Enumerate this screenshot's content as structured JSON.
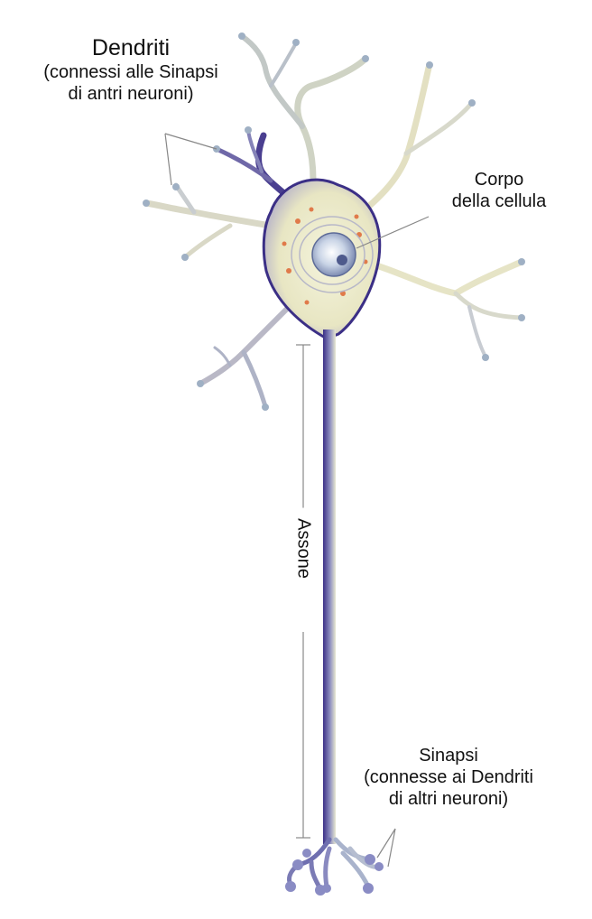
{
  "labels": {
    "dendrites_title": "Dendriti",
    "dendrites_line1": "(connessi alle Sinapsi",
    "dendrites_line2": "di antri neuroni)",
    "cell_body_line1": "Corpo",
    "cell_body_line2": "della cellula",
    "axon": "Assone",
    "synapse_line1": "Sinapsi",
    "synapse_line2": "(connesse ai Dendriti",
    "synapse_line3": "di altri neuroni)"
  },
  "colors": {
    "membrane": "#ecebc9",
    "dendrite_tip": "#9fb0c4",
    "dark_edge": "#3b2f86",
    "axon": "#5a58a0",
    "nucleus": "#c9d4e6",
    "organelle": "#e07a4a",
    "pointer": "#888888"
  }
}
